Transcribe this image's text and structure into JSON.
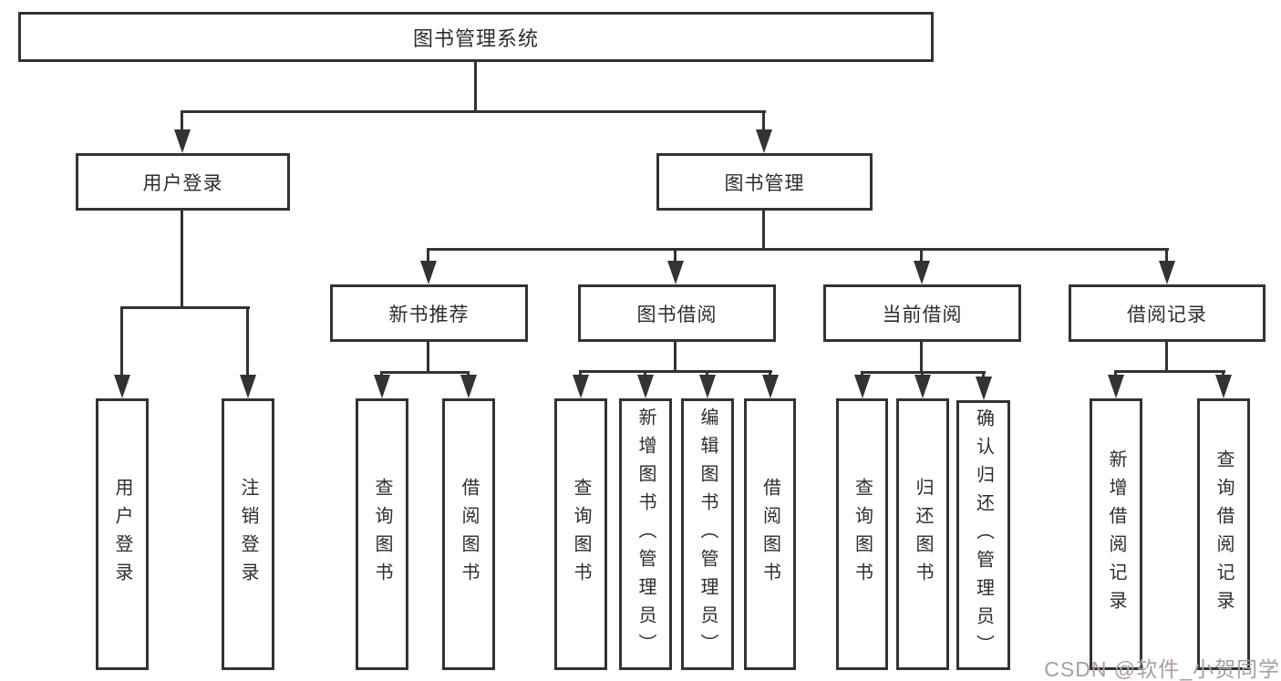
{
  "tree": {
    "label": "图书管理系统",
    "children": [
      {
        "label": "用户登录",
        "children": [
          {
            "label": "用户登录"
          },
          {
            "label": "注销登录"
          }
        ]
      },
      {
        "label": "图书管理",
        "children": [
          {
            "label": "新书推荐",
            "children": [
              {
                "label": "查询图书"
              },
              {
                "label": "借阅图书"
              }
            ]
          },
          {
            "label": "图书借阅",
            "children": [
              {
                "label": "查询图书"
              },
              {
                "label": "新增图书（管理员）"
              },
              {
                "label": "编辑图书（管理员）"
              },
              {
                "label": "借阅图书"
              }
            ]
          },
          {
            "label": "当前借阅",
            "children": [
              {
                "label": "查询图书"
              },
              {
                "label": "归还图书"
              },
              {
                "label": "确认归还（管理员）"
              }
            ]
          },
          {
            "label": "借阅记录",
            "children": [
              {
                "label": "新增借阅记录"
              },
              {
                "label": "查询借阅记录"
              }
            ]
          }
        ]
      }
    ]
  },
  "watermark": {
    "text": "CSDN @软件_小贺同学"
  },
  "colors": {
    "line": "#333333",
    "box_background": "#ffffff",
    "text": "#2d2d2d",
    "watermark": "#a89e9e"
  }
}
